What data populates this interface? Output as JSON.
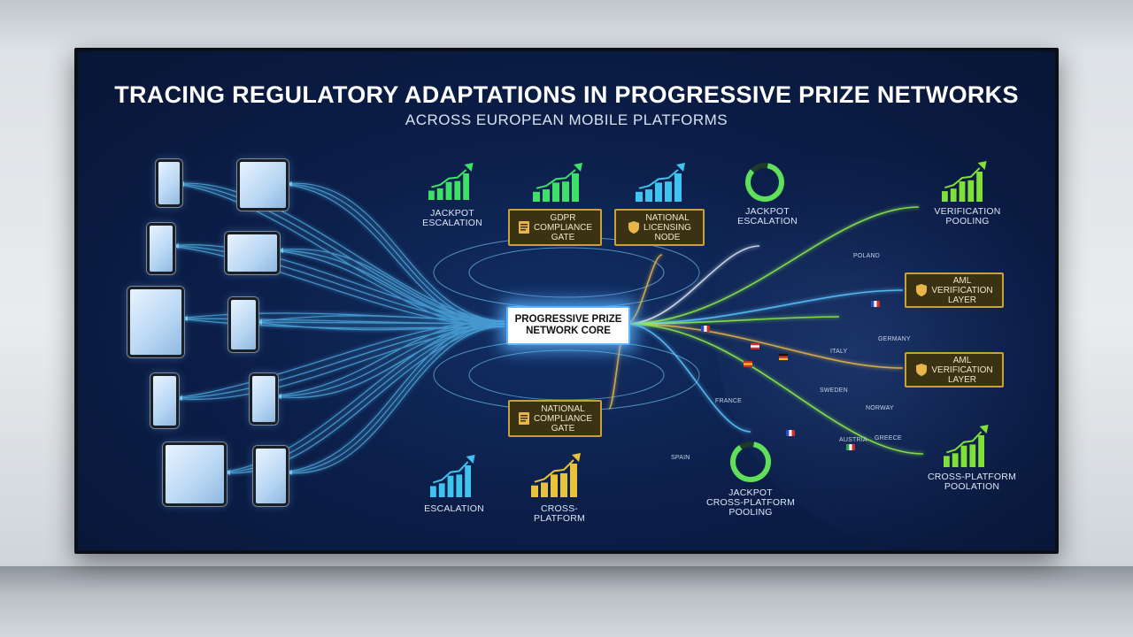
{
  "header": {
    "title": "TRACING REGULATORY ADAPTATIONS IN PROGRESSIVE PRIZE NETWORKS",
    "subtitle": "ACROSS EUROPEAN MOBILE PLATFORMS"
  },
  "core": {
    "line1": "PROGRESSIVE PRIZE",
    "line2": "NETWORK CORE"
  },
  "badges": {
    "gdpr": [
      "GDPR",
      "COMPLIANCE",
      "GATE"
    ],
    "national_licensing": [
      "NATIONAL",
      "LICENSING",
      "NODE"
    ],
    "national_compliance": [
      "NATIONAL",
      "COMPLIANCE",
      "GATE"
    ],
    "aml_1": [
      "AML",
      "VERIFICATION",
      "LAYER"
    ],
    "aml_2": [
      "AML",
      "VERIFICATION",
      "LAYER"
    ]
  },
  "labels": {
    "jackpot_left": [
      "JACKPOT",
      "ESCALATION"
    ],
    "jackpot_right": [
      "JACKPOT",
      "ESCALATION"
    ],
    "verification_pooling": [
      "VERIFICATION",
      "POOLING"
    ],
    "escalation_bottom": [
      "ESCALATION"
    ],
    "cross_platform_bottom": [
      "CROSS-PLATFORM"
    ],
    "jackpot_pooling": [
      "JACKPOT",
      "CROSS-PLATFORM",
      "POOLING"
    ],
    "cross_platform_pooling": [
      "CROSS-PLATFORM",
      "POOLATION"
    ]
  },
  "map_labels": [
    "FRANCE",
    "GERMANY",
    "SPAIN",
    "ITALY",
    "POLAND",
    "SWEDEN",
    "NORWAY",
    "AUSTRIA",
    "GREECE"
  ],
  "colors": {
    "panel": "#0c1f4a",
    "flow_blue": "#5cc8ff",
    "flow_green": "#8ff04a",
    "flow_gold": "#e8b64a",
    "badge_border": "#c9a13a",
    "bar_green": "#3ee06a",
    "bar_cyan": "#3fc3f0",
    "bar_gold": "#e9c23c"
  },
  "icons": [
    "bar-chart-up-icon",
    "shield-icon",
    "ring-gauge-icon",
    "flag-icon",
    "document-icon"
  ]
}
